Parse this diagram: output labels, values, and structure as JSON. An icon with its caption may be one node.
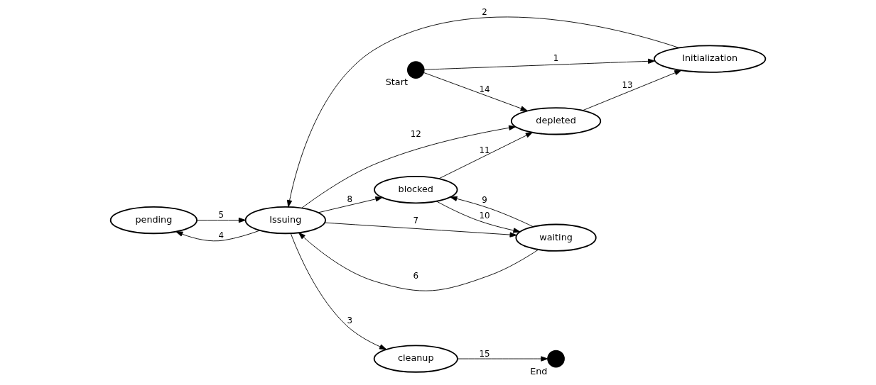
{
  "diagram": {
    "nodes": [
      {
        "text": [
          "pending"
        ]
      },
      {
        "text": [],
        "shape": "circle",
        "beside": [
          "Start"
        ]
      },
      {
        "text": [
          "Initialization"
        ]
      },
      {
        "text": [
          "Issuing"
        ]
      },
      {
        "text": [
          "cleanup"
        ]
      },
      {
        "text": [],
        "shape": "circle",
        "beside": [
          "End"
        ]
      },
      {
        "text": [
          "waiting"
        ]
      },
      {
        "text": [
          "depleted"
        ]
      },
      {
        "text": [
          "blocked"
        ]
      }
    ],
    "edges": [
      {
        "from": 1,
        "to": 2,
        "arrow": "to",
        "label": "1"
      },
      {
        "from": 2,
        "to": 3,
        "arrow": "to",
        "label": "2"
      },
      {
        "from": 3,
        "to": 4,
        "arrow": "to",
        "label": "3"
      },
      {
        "from": 3,
        "to": 0,
        "arrow": "to",
        "label": "4"
      },
      {
        "from": 0,
        "to": 3,
        "arrow": "to",
        "label": "5"
      },
      {
        "from": 6,
        "to": 3,
        "arrow": "to",
        "label": "6"
      },
      {
        "from": 3,
        "to": 6,
        "arrow": "to",
        "label": "7"
      },
      {
        "from": 3,
        "to": 8,
        "arrow": "to",
        "label": "8"
      },
      {
        "from": 6,
        "to": 8,
        "arrow": "to",
        "label": "9"
      },
      {
        "from": 8,
        "to": 6,
        "arrow": "to",
        "label": "10"
      },
      {
        "from": 8,
        "to": 7,
        "arrow": "to",
        "label": "11"
      },
      {
        "from": 3,
        "to": 7,
        "arrow": "to",
        "label": "12"
      },
      {
        "from": 7,
        "to": 2,
        "arrow": "to",
        "label": "13"
      },
      {
        "from": 1,
        "to": 7,
        "arrow": "to",
        "label": "14"
      },
      {
        "from": 4,
        "to": 5,
        "arrow": "to",
        "label": "15"
      }
    ]
  }
}
